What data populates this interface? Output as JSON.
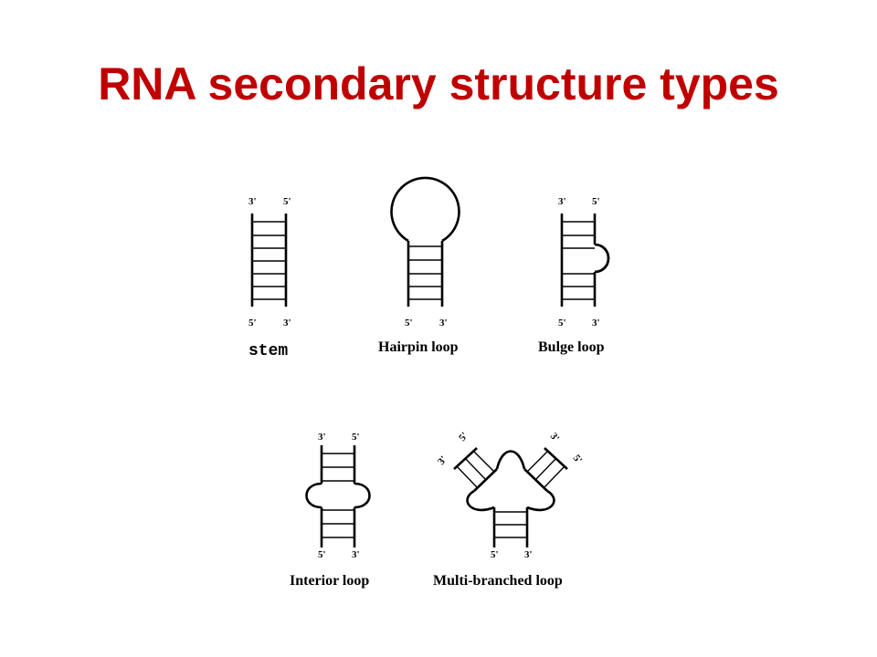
{
  "slide": {
    "title": "RNA secondary structure types",
    "title_color": "#c00000"
  },
  "diagrams": {
    "stem": {
      "caption": "stem",
      "top_left": "3'",
      "top_right": "5'",
      "bottom_left": "5'",
      "bottom_right": "3'"
    },
    "hairpin": {
      "caption": "Hairpin loop",
      "bottom_left": "5'",
      "bottom_right": "3'"
    },
    "bulge": {
      "caption": "Bulge loop",
      "top_left": "3'",
      "top_right": "5'",
      "bottom_left": "5'",
      "bottom_right": "3'"
    },
    "interior": {
      "caption": "Interior loop",
      "top_left": "3'",
      "top_right": "5'",
      "bottom_left": "5'",
      "bottom_right": "3'"
    },
    "multi": {
      "caption": "Multi-branched loop",
      "left_a": "3'",
      "left_b": "5'",
      "right_a": "3'",
      "right_b": "5'",
      "bottom_left": "5'",
      "bottom_right": "3'"
    }
  }
}
